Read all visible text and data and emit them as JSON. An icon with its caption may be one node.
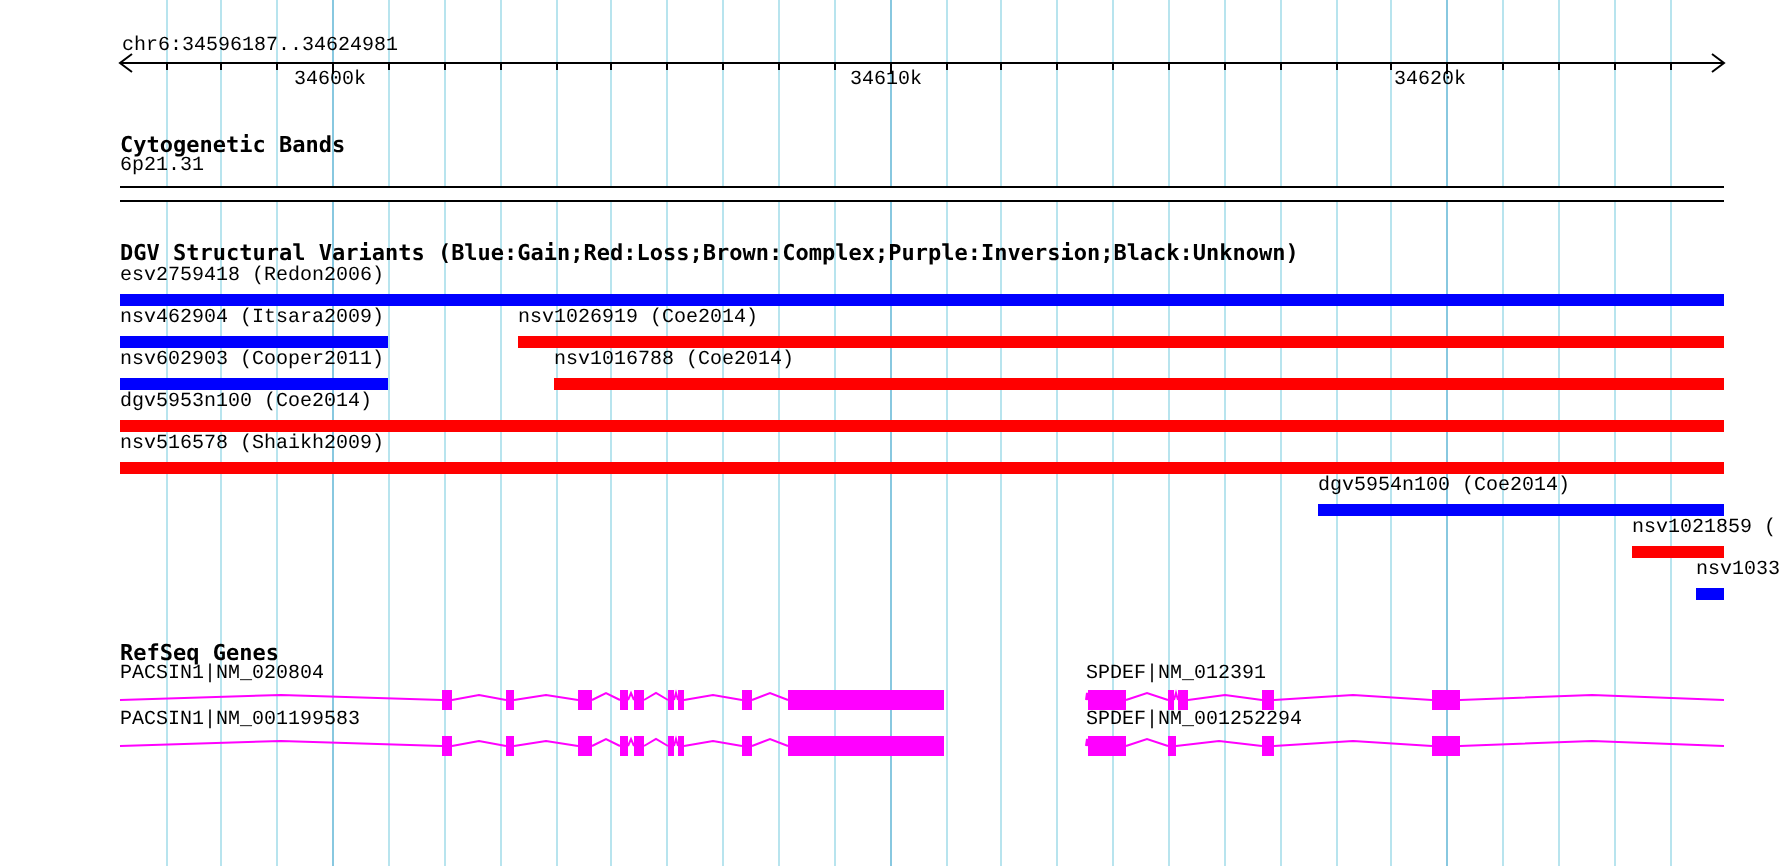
{
  "diagram": {
    "nodes": [
      {
        "text": [
          "6p21.31"
        ]
      },
      {
        "text": [
          "esv2759418 (Redon2006)"
        ]
      },
      {
        "text": [
          "nsv462904 (Itsara2009)"
        ]
      },
      {
        "text": [
          "nsv1026919 (Coe2014)"
        ]
      },
      {
        "text": [
          "nsv602903 (Cooper2011)"
        ]
      },
      {
        "text": [
          "nsv1016788 (Coe2014)"
        ]
      },
      {
        "text": [
          "dgv5953n100 (Coe2014)"
        ]
      },
      {
        "text": [
          "nsv516578 (Shaikh2009)"
        ]
      },
      {
        "text": [
          "dgv5954n100 (Coe2014)"
        ]
      },
      {
        "text": [
          "nsv1021859 ("
        ]
      },
      {
        "text": [
          "nsv1033"
        ]
      },
      {
        "text": [
          "PACSIN1|NM_020804"
        ]
      },
      {
        "text": [
          "PACSIN1|NM_001199583"
        ]
      },
      {
        "text": [
          "SPDEF|NM_012391"
        ]
      },
      {
        "text": [
          "SPDEF|NM_001252294"
        ]
      }
    ],
    "edges": [],
    "labels": [
      "chr6:34596187..34624981",
      "34600k",
      "34610k",
      "34620k",
      "Cytogenetic Bands",
      "DGV Structural Variants (Blue:Gain;Red:Loss;Brown:Complex;Purple:Inversion;Black:Unknown)",
      "RefSeq Genes"
    ]
  }
}
